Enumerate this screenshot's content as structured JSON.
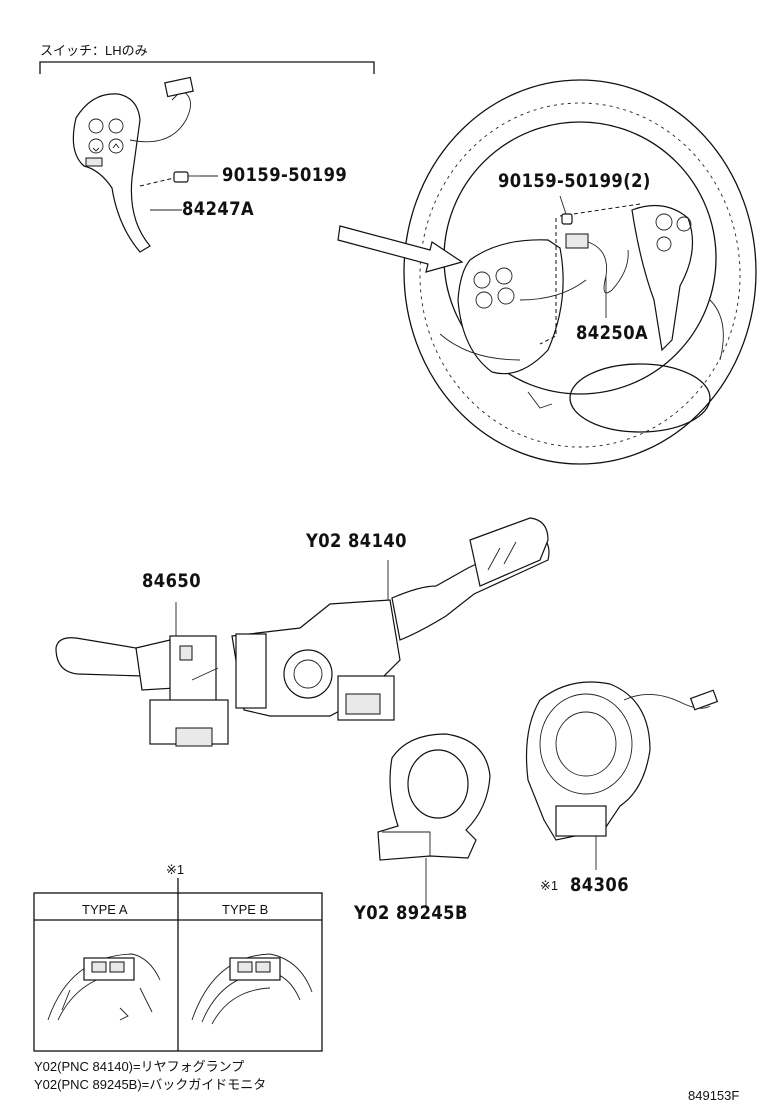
{
  "header_note": "スイッチ：LHのみ",
  "labels": {
    "p90159_left": "90159-50199",
    "p84247A": "84247A",
    "p90159_right": "90159-50199(2)",
    "p84250A": "84250A",
    "pY02_84140": "Y02 84140",
    "p84650": "84650",
    "pY02_89245B": "Y02 89245B",
    "p84306": "84306",
    "mark_84306": "※1"
  },
  "table": {
    "mark": "※1",
    "col_a": "TYPE A",
    "col_b": "TYPE B"
  },
  "notes": [
    "Y02(PNC 84140)=リヤフォグランプ",
    "Y02(PNC 89245B)=バックガイドモニタ"
  ],
  "figure_id": "849153F"
}
